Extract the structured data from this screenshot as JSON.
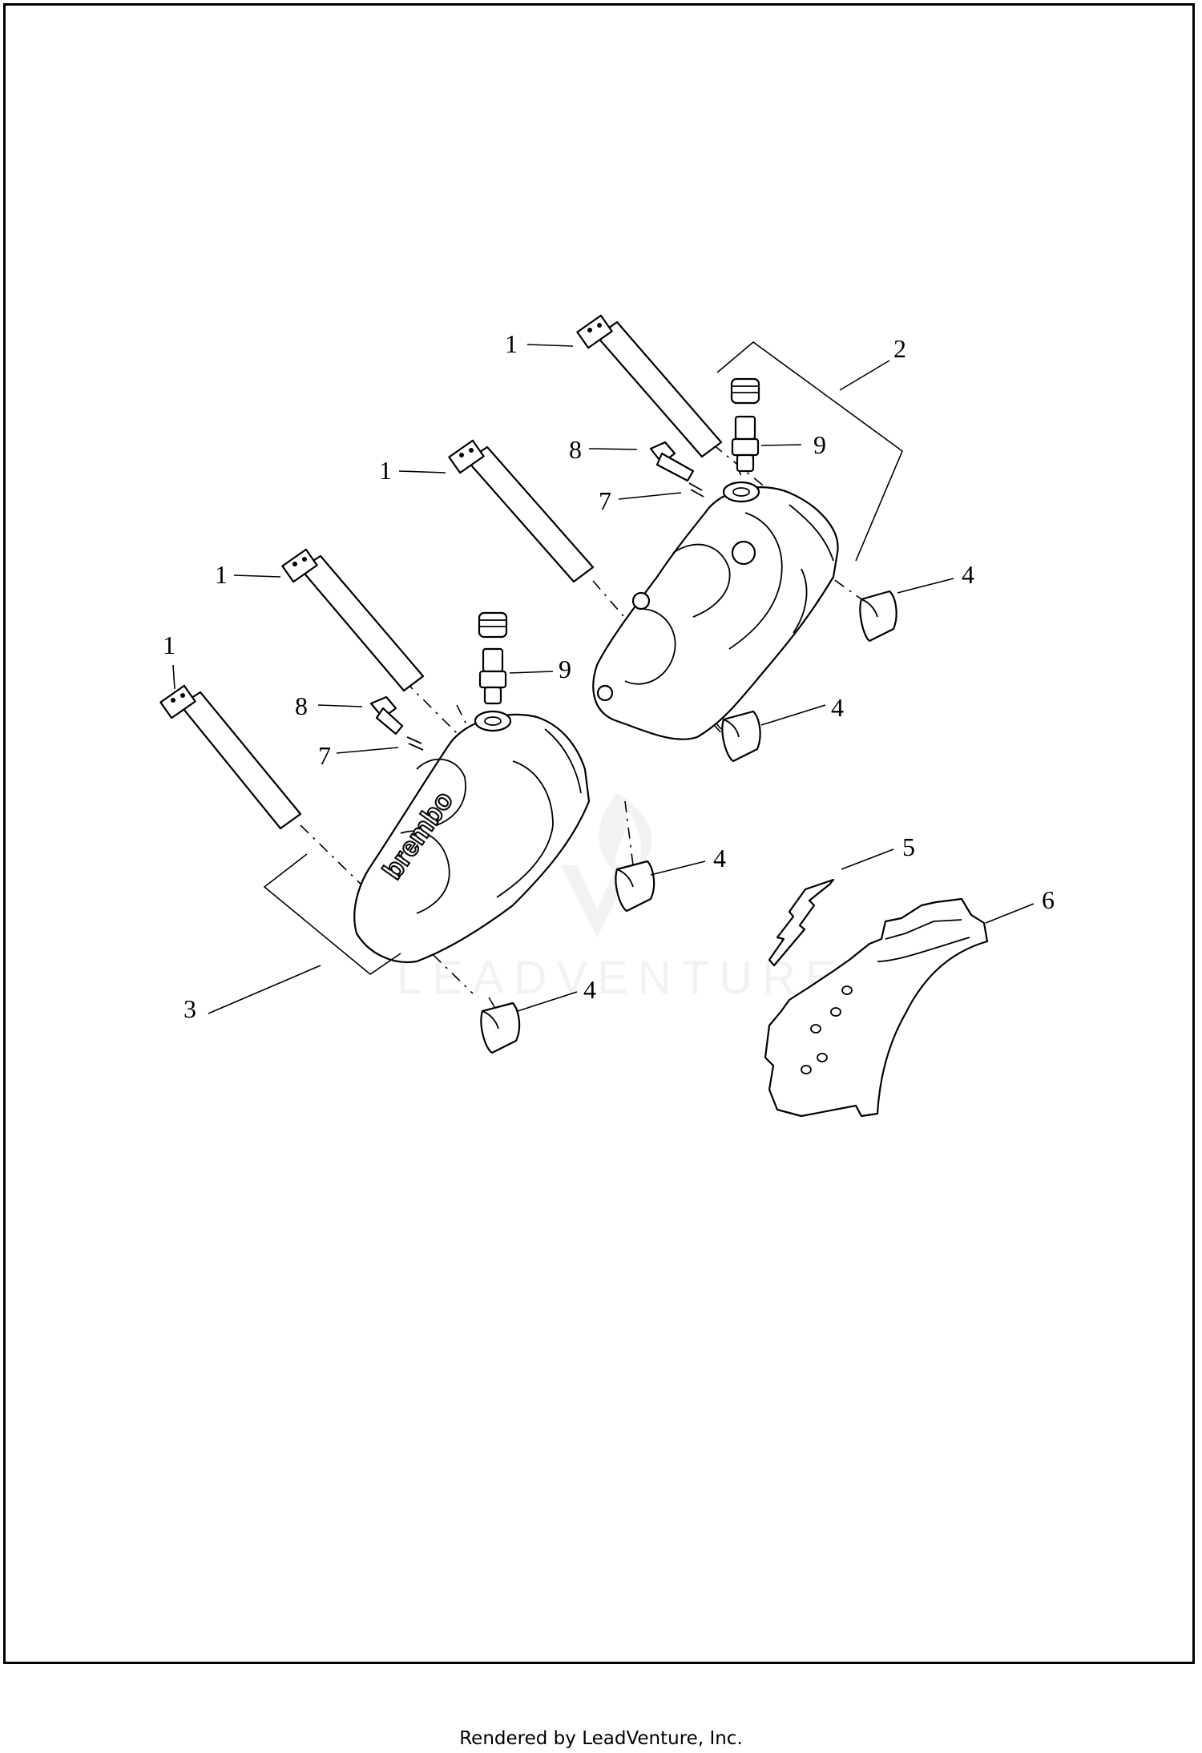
{
  "diagram": {
    "callouts": [
      {
        "id": "c1a",
        "label": "1"
      },
      {
        "id": "c1b",
        "label": "1"
      },
      {
        "id": "c1c",
        "label": "1"
      },
      {
        "id": "c1d",
        "label": "1"
      },
      {
        "id": "c2",
        "label": "2"
      },
      {
        "id": "c3",
        "label": "3"
      },
      {
        "id": "c4a",
        "label": "4"
      },
      {
        "id": "c4b",
        "label": "4"
      },
      {
        "id": "c4c",
        "label": "4"
      },
      {
        "id": "c4d",
        "label": "4"
      },
      {
        "id": "c5",
        "label": "5"
      },
      {
        "id": "c6",
        "label": "6"
      },
      {
        "id": "c7a",
        "label": "7"
      },
      {
        "id": "c7b",
        "label": "7"
      },
      {
        "id": "c8a",
        "label": "8"
      },
      {
        "id": "c8b",
        "label": "8"
      },
      {
        "id": "c9a",
        "label": "9"
      },
      {
        "id": "c9b",
        "label": "9"
      }
    ],
    "caliper_brand": "brembo",
    "watermark": "LEADVENTURE"
  },
  "footer": {
    "text": "Rendered by LeadVenture, Inc."
  }
}
